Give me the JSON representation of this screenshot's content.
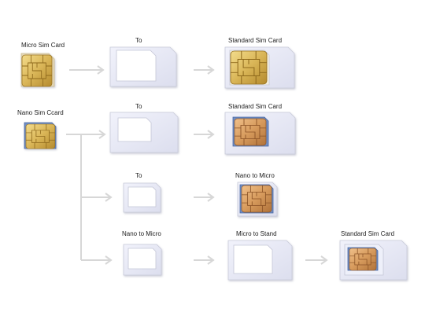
{
  "labels": {
    "micro_sim_card": "Micro Sim Card",
    "nano_sim_card": "Nano Sim Ccard",
    "to_1": "To",
    "to_2": "To",
    "to_3": "To",
    "standard_sim_card_1": "Standard Sim Card",
    "standard_sim_card_2": "Standard Sim Card",
    "standard_sim_card_3": "Standard Sim Card",
    "nano_to_micro_1": "Nano to Micro",
    "nano_to_micro_2": "Nano to Micro",
    "micro_to_stand": "Micro to Stand"
  },
  "colors": {
    "background": "#ffffff",
    "adapter": "#e8e9f6",
    "chip_gold": "#d9b85a",
    "chip_copper": "#d49a5e",
    "arrow": "#d7d7d7"
  }
}
